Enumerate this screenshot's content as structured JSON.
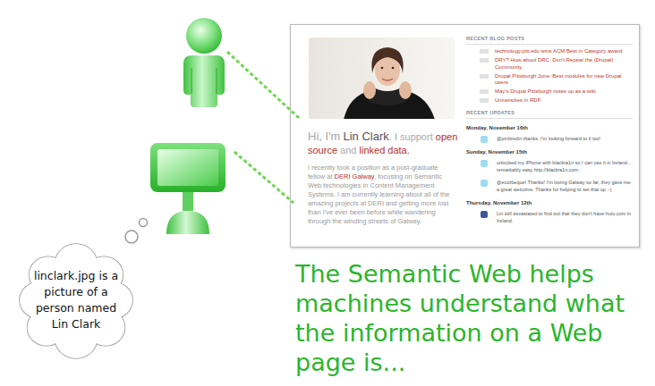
{
  "diagram": {
    "caption": "The Semantic Web helps machines understand what the information on a Web page is...",
    "nodes": [
      {
        "text": [
          "linclark.jpg is a picture of a person named Lin Clark"
        ]
      }
    ],
    "labels": [
      "RECENT BLOG POSTS",
      "technology.pitt.edu wins ACM Best in Category award",
      "DRY? How about DRC: Don't Repeat the (Drupal) Community",
      "Drupal Pittsburgh June: Best modules for new Drupal users",
      "May's Drupal Pittsburgh notes up as a wiki",
      "Universities in RDF",
      "RECENT UPDATES",
      "Monday, November 16th",
      "@jonbredin thanks, I'm looking forward to it too!",
      "Sunday, November 15th",
      "unlocked my iPhone with blackra1n so I can use it in Ireland... remarkably easy http://blackra1n.com",
      "@ecorbeque! Thanks! I'm loving Galway so far, they gave me a great welcome. Thanks for helping to set that up :-)",
      "Thursday, November 12th",
      "Lin still devastated to find out that they don't have hulu.com in Ireland.",
      "Hi, I'm",
      "Lin Clark",
      ". I support",
      "open source",
      "and",
      "linked data.",
      "I recently took a position as a post-graduate fellow at",
      "DERI Galway",
      ", focusing on Semantic Web technologies in Content Management Systems. I am currently learning about all of the amazing projects at DERI and getting more lost than I've ever been before while wandering through the winding streets of Galway."
    ]
  }
}
